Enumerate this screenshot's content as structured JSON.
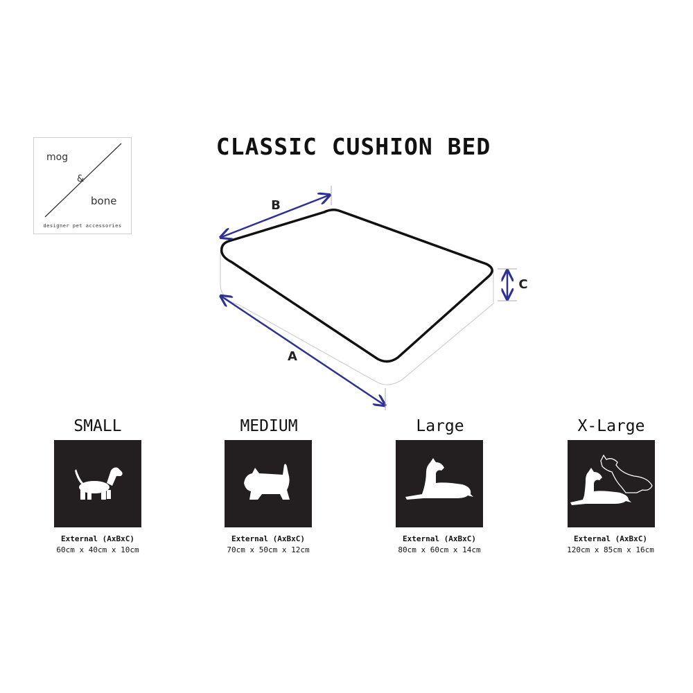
{
  "brand": {
    "word1": "mog",
    "word2": "&",
    "word3": "bone",
    "tagline": "designer pet accessories"
  },
  "title": "CLASSIC CUSHION BED",
  "dimension_labels": {
    "a": "A",
    "b": "B",
    "c": "C"
  },
  "colors": {
    "arrow": "#2e3192",
    "tile": "#231f20",
    "outline": "#111111"
  },
  "sizes": [
    {
      "label": "SMALL",
      "icon": "basset-hound-icon",
      "spec_title": "External (AxBxC)",
      "spec_value": "60cm x 40cm x 10cm"
    },
    {
      "label": "MEDIUM",
      "icon": "scottish-terrier-icon",
      "spec_title": "External (AxBxC)",
      "spec_value": "70cm x 50cm x 12cm"
    },
    {
      "label": "Large",
      "icon": "great-dane-lying-icon",
      "spec_title": "External (AxBxC)",
      "spec_value": "80cm x 60cm x 14cm"
    },
    {
      "label": "X-Large",
      "icon": "two-large-dogs-icon",
      "spec_title": "External (AxBxC)",
      "spec_value": "120cm x 85cm x 16cm"
    }
  ]
}
